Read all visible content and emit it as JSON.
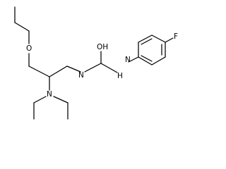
{
  "structure": {
    "atom_labels": {
      "ether_oxygen": "O",
      "hydroxyl": "OH",
      "amine_nitrogen": "N",
      "amide_nitrogen_left": "N",
      "amide_nitrogen_right_n": "N",
      "amide_nitrogen_right_h": "H",
      "fluorine": "F"
    }
  }
}
